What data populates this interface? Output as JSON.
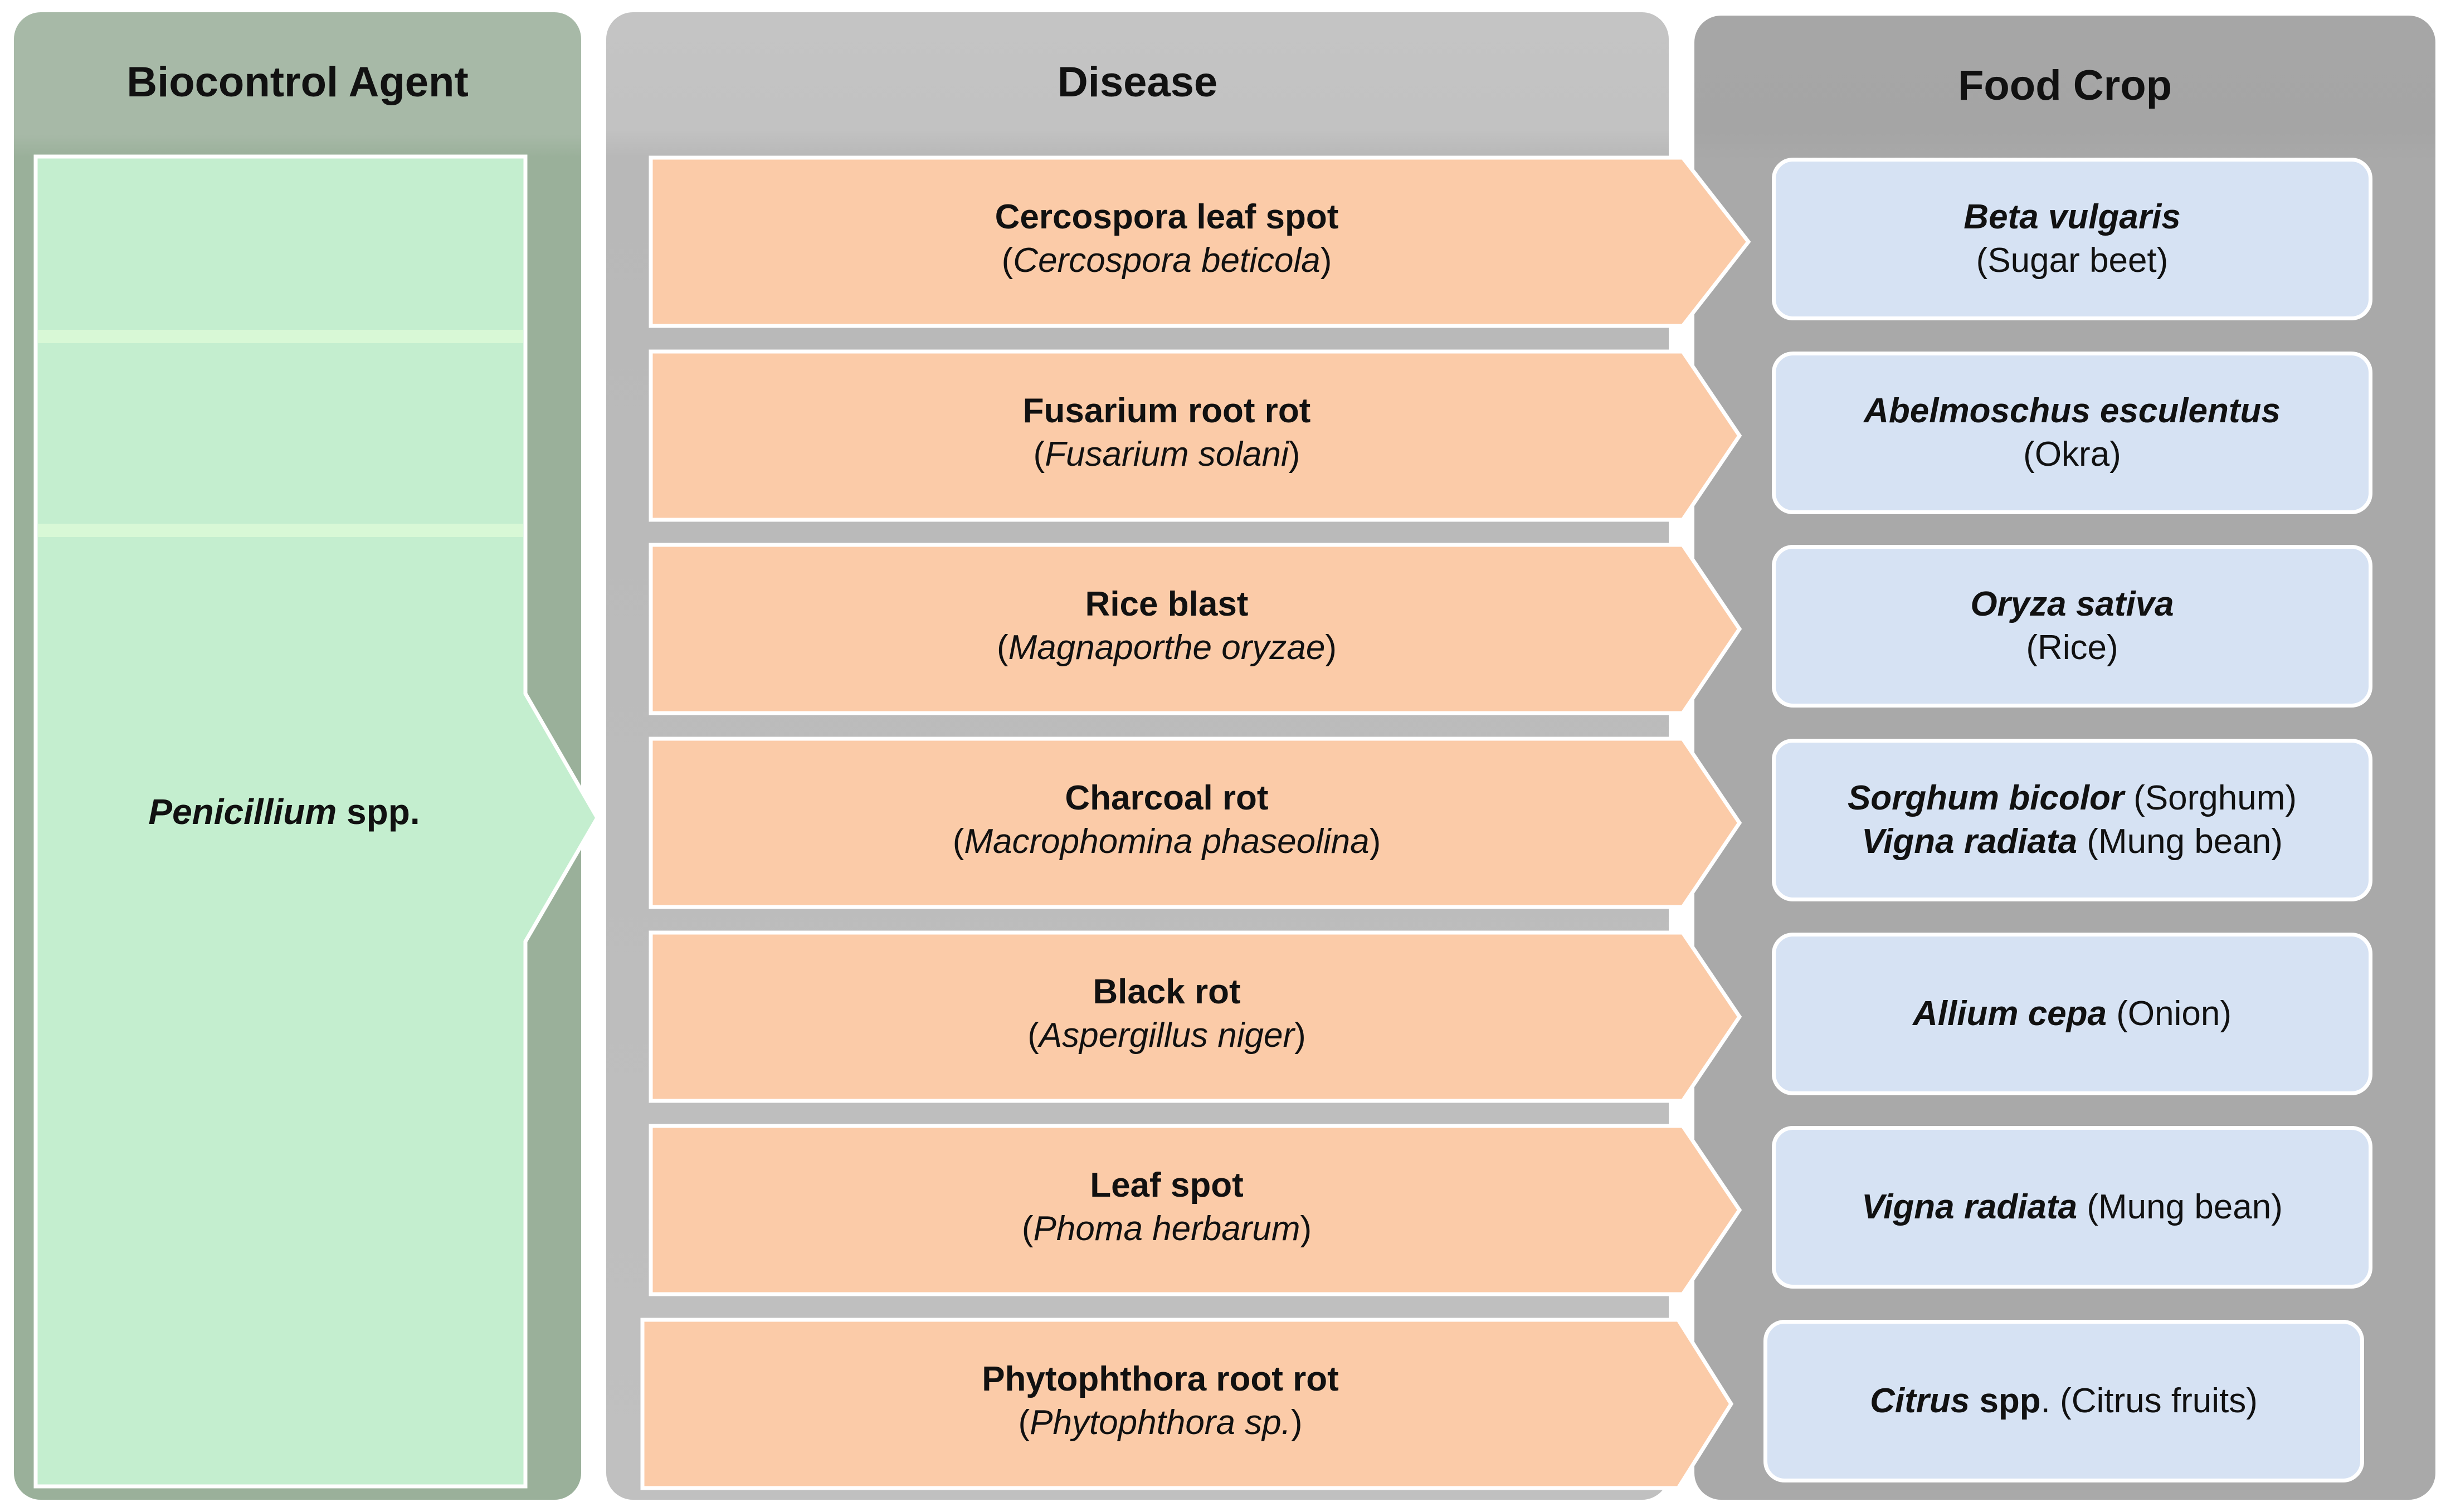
{
  "headers": {
    "agent": "Biocontrol Agent",
    "disease": "Disease",
    "crop": "Food Crop"
  },
  "agent": {
    "name_italic": "Penicillium",
    "name_rest": " spp."
  },
  "rows": [
    {
      "disease": "Cercospora leaf spot",
      "pathogen": "Cercospora beticola",
      "crop": [
        {
          "sci": "Beta vulgaris",
          "common": "(Sugar beet)",
          "break": true
        }
      ]
    },
    {
      "disease": "Fusarium root rot",
      "pathogen": "Fusarium solani",
      "crop": [
        {
          "sci": "Abelmoschus esculentus",
          "common": "(Okra)",
          "break": true
        }
      ]
    },
    {
      "disease": "Rice blast",
      "pathogen": "Magnaporthe oryzae",
      "crop": [
        {
          "sci": "Oryza sativa",
          "common": "(Rice)",
          "break": true
        }
      ]
    },
    {
      "disease": "Charcoal rot",
      "pathogen": "Macrophomina phaseolina",
      "crop": [
        {
          "sci": "Sorghum bicolor",
          "common": " (Sorghum)",
          "break": false
        },
        {
          "sci": "Vigna radiata",
          "common": " (Mung bean)",
          "break": false
        }
      ]
    },
    {
      "disease": "Black rot",
      "pathogen": "Aspergillus niger",
      "crop": [
        {
          "sci": "Allium cepa",
          "common": " (Onion)",
          "break": false
        }
      ]
    },
    {
      "disease": "Leaf spot",
      "pathogen": "Phoma herbarum",
      "crop": [
        {
          "sci": "Vigna radiata",
          "common": " (Mung bean)",
          "break": false
        }
      ]
    },
    {
      "disease": "Phytophthora root rot",
      "pathogen": "Phytophthora sp.",
      "crop": [
        {
          "sci": "Citrus",
          "common_bold": " spp",
          "common": ". (Citrus fruits)",
          "break": false
        }
      ]
    }
  ],
  "colors": {
    "agent_fill": "#c4eecf",
    "disease_fill": "#fbcba8",
    "crop_fill": "#d6e2f3",
    "agent_panel": "#9ab09a",
    "disease_panel": "#c0c0c0",
    "crop_panel": "#a9a9a9"
  }
}
